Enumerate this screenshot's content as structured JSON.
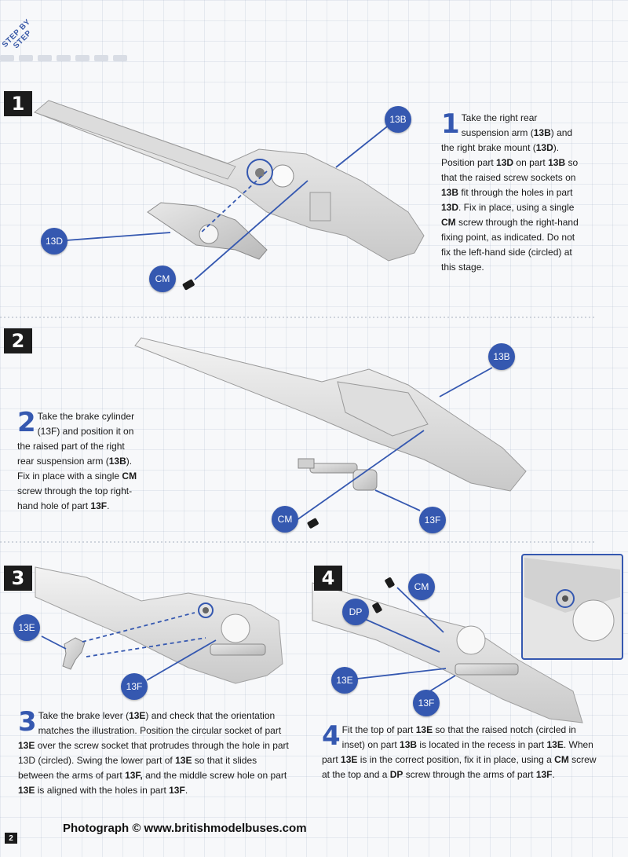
{
  "header": {
    "label": "STEP BY STEP"
  },
  "colors": {
    "accent": "#3558b0",
    "badge": "#1c1c1c"
  },
  "steps": [
    {
      "badge": "1",
      "num": "1",
      "callouts": [
        "13B",
        "13D",
        "CM"
      ],
      "text": [
        "Take the right rear suspension arm (",
        "13B",
        ") and the right brake mount (",
        "13D",
        "). Position part ",
        "13D",
        " on part ",
        "13B",
        " so that the raised screw sockets on ",
        "13B",
        " fit through the holes in part ",
        "13D",
        ". Fix in place, using a single ",
        "CM",
        " screw through the right-hand fixing point, as indicated. Do not fix the left-hand side (circled) at this stage."
      ]
    },
    {
      "badge": "2",
      "num": "2",
      "callouts": [
        "13B",
        "CM",
        "13F"
      ],
      "text": [
        "Take the brake cylinder (13F) and position it on the raised part of the right rear suspension arm (",
        "13B",
        "). Fix in place with a single ",
        "CM",
        " screw through the top right-hand hole of part ",
        "13F",
        "."
      ]
    },
    {
      "badge": "3",
      "num": "3",
      "callouts": [
        "13E",
        "13F"
      ],
      "text": [
        "Take the brake lever (",
        "13E",
        ") and check that the orientation matches the illustration. Position the circular socket of part ",
        "13E",
        " over the screw socket that protrudes through the hole in part 13D (circled). Swing the lower part of ",
        "13E",
        " so that it slides between the arms of part ",
        "13F,",
        " and the middle screw hole on part ",
        "13E",
        " is aligned with the holes in part ",
        "13F",
        "."
      ]
    },
    {
      "badge": "4",
      "num": "4",
      "callouts": [
        "CM",
        "DP",
        "13E",
        "13F"
      ],
      "text": [
        "Fit the top of part ",
        "13E",
        " so that the raised notch (circled in inset) on part ",
        "13B",
        " is located in the recess in part ",
        "13E",
        ". When part ",
        "13E",
        " is in the correct position, fix it in place, using a ",
        "CM",
        " screw at the top and a ",
        "DP",
        " screw through the arms of part ",
        "13F",
        "."
      ]
    }
  ],
  "footer": {
    "page_number": "2",
    "credit": "Photograph © www.britishmodelbuses.com"
  }
}
